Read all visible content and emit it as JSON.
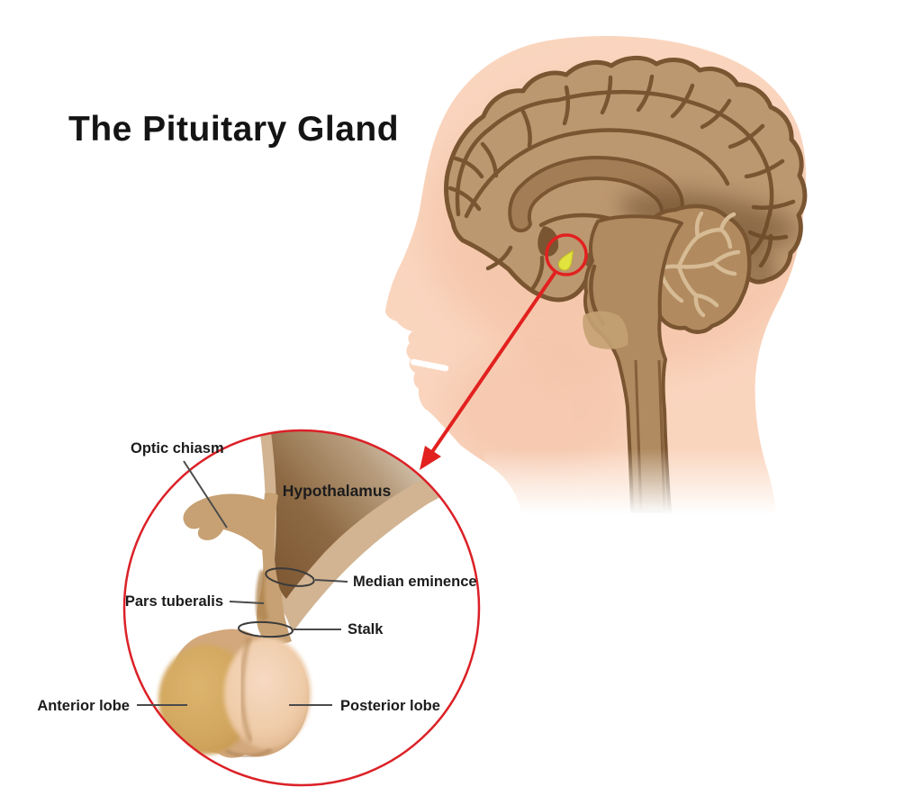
{
  "title": "The Pituitary Gland",
  "labels": {
    "optic_chiasm": "Optic chiasm",
    "hypothalamus": "Hypothalamus",
    "median_eminence": "Median eminence",
    "pars_tuberalis": "Pars tuberalis",
    "stalk": "Stalk",
    "anterior_lobe": "Anterior lobe",
    "posterior_lobe": "Posterior lobe"
  },
  "colors": {
    "background": "#FFFFFF",
    "skin": "#FAD5BE",
    "brain": "#BC9870",
    "brain_outline": "#7A5531",
    "cerebellum": "#B18A5F",
    "highlight_red": "#E2211F",
    "inset_circle_red": "#DB2127",
    "pituitary_yellow": "#E2E33F",
    "hypothalamus_dark": "#8A6340",
    "structure_tan": "#C7A173",
    "anterior_lobe_gold": "#D0A45C",
    "posterior_lobe_pink": "#F5D8BF"
  }
}
